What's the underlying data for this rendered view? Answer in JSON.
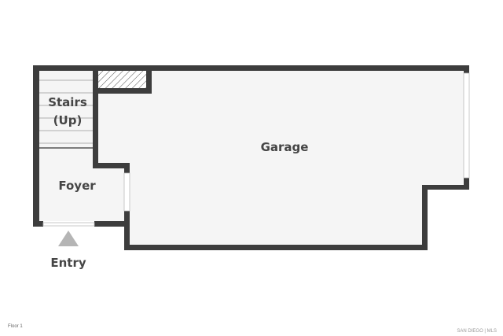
{
  "rooms": {
    "stairs_line1": "Stairs",
    "stairs_line2": "(Up)",
    "foyer": "Foyer",
    "garage": "Garage",
    "entry": "Entry"
  },
  "footer": {
    "floor_label": "Floor 1",
    "watermark": "SAN DIEGO | MLS"
  },
  "colors": {
    "wall": "#3d3d3d",
    "floor": "#f5f5f5",
    "text": "#454545"
  }
}
